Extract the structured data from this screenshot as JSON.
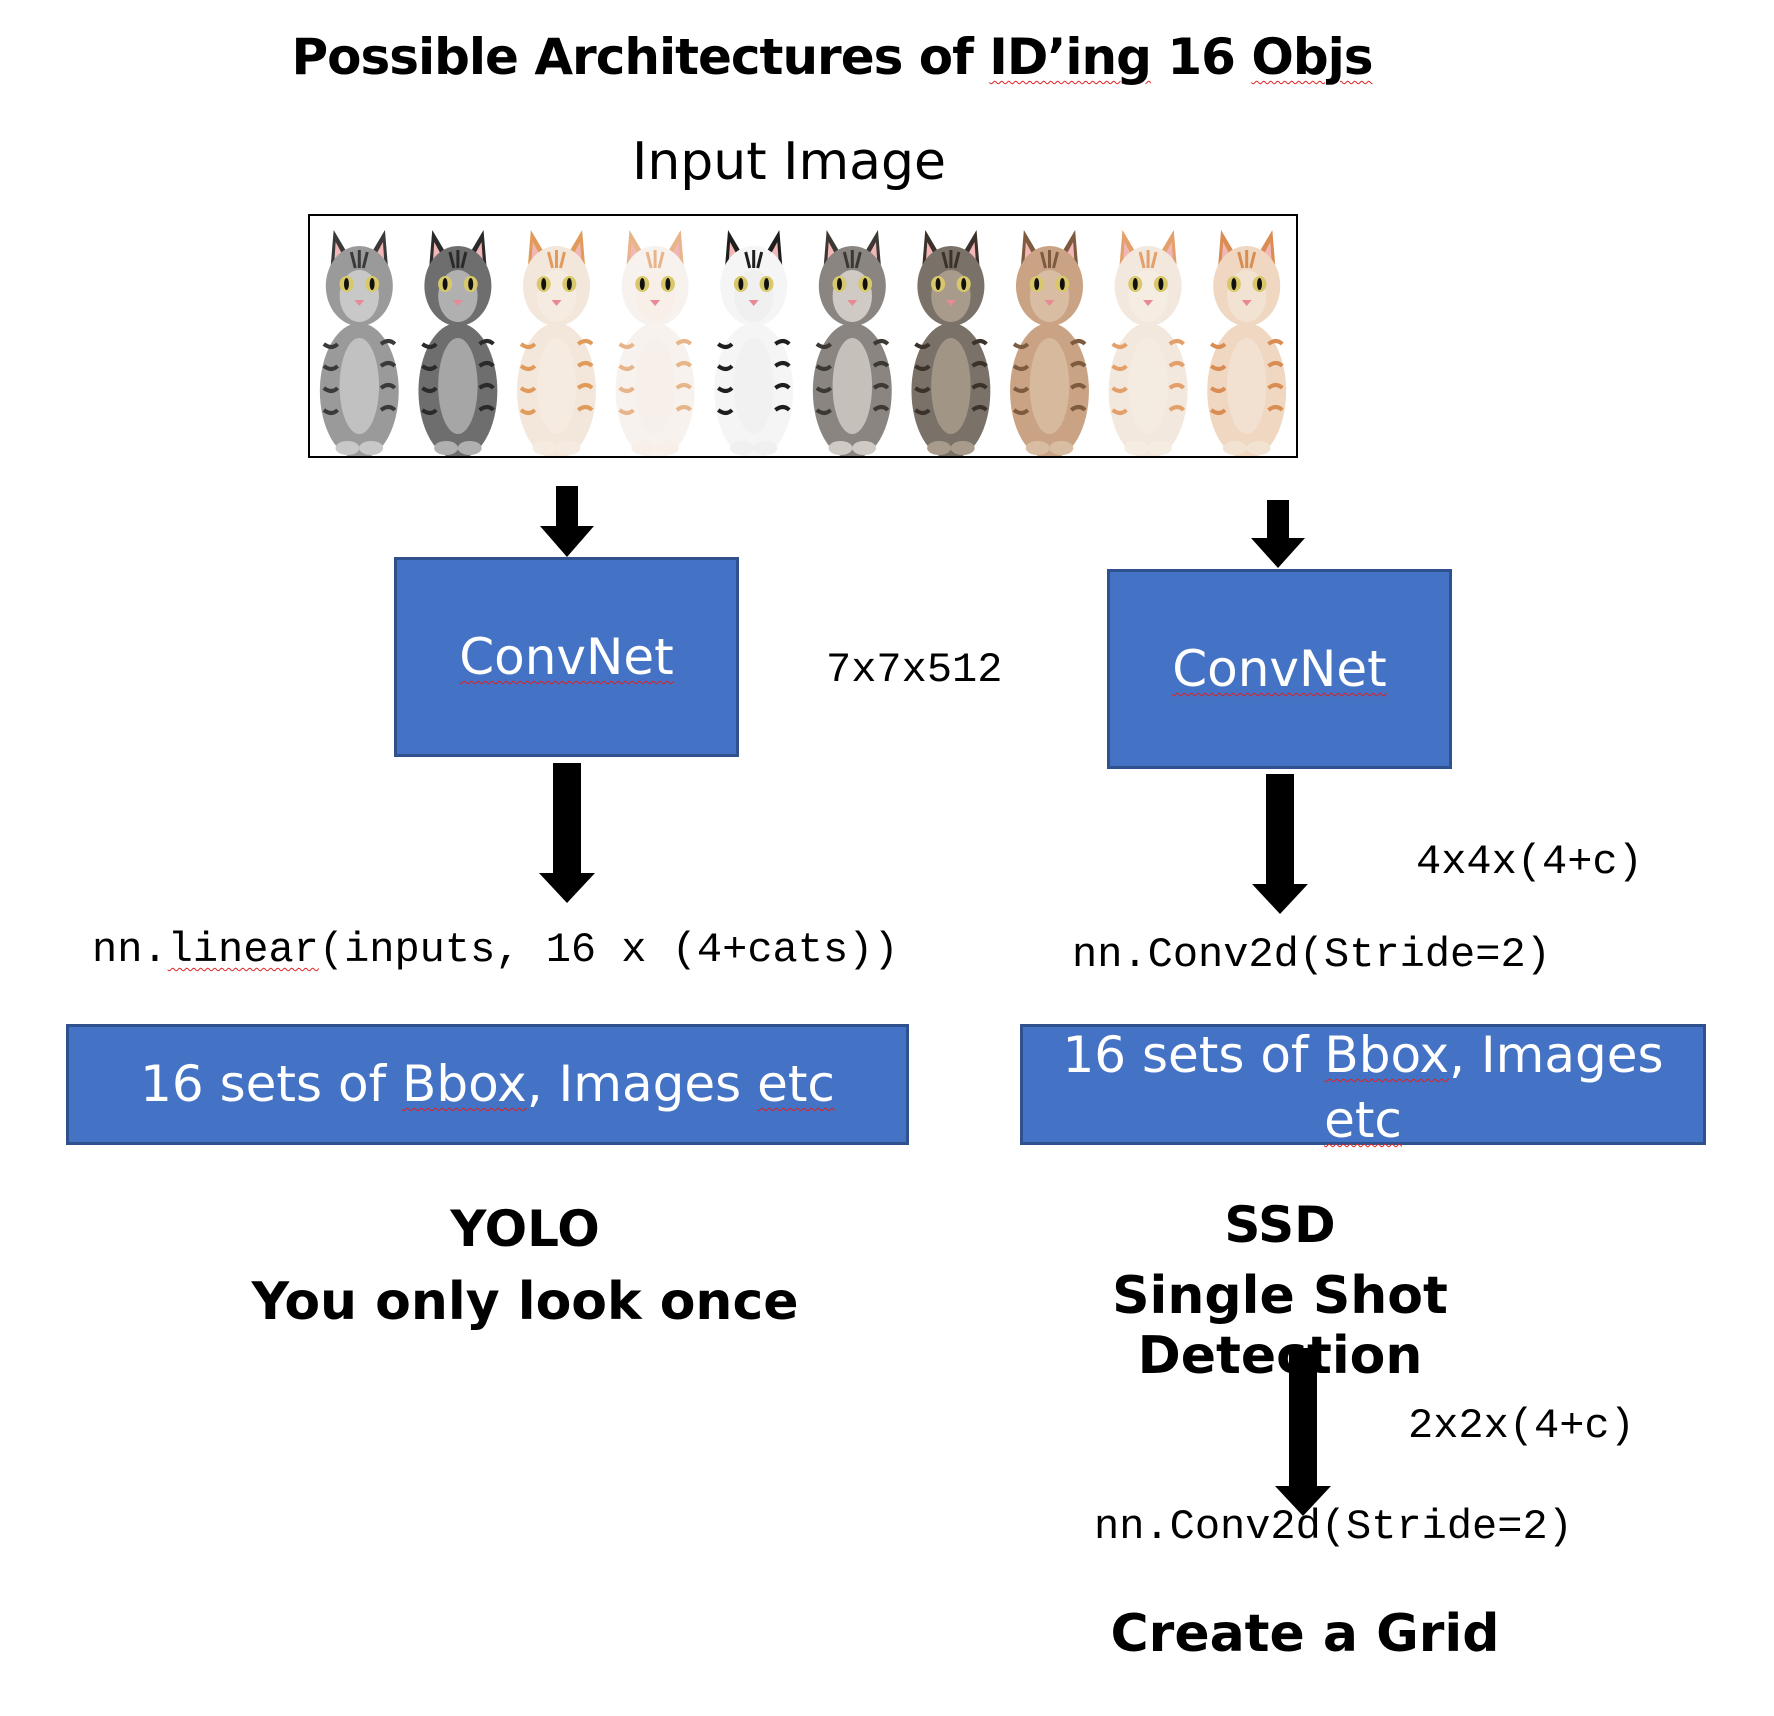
{
  "title": {
    "prefix": "Possible Architectures of ",
    "id_word": "ID’ing",
    "mid": " 16 ",
    "objs_word": "Objs"
  },
  "input_label": "Input Image",
  "kittens": [
    {
      "fur": "#9a9a9a",
      "stripe": "#3a3a3a",
      "face": "#c8c8c8"
    },
    {
      "fur": "#6e6e6e",
      "stripe": "#2a2a2a",
      "face": "#b0b0b0"
    },
    {
      "fur": "#f3e6da",
      "stripe": "#e09a5a",
      "face": "#f6ebe0"
    },
    {
      "fur": "#f7f2ee",
      "stripe": "#e8b48a",
      "face": "#f7efe8"
    },
    {
      "fur": "#f5f5f5",
      "stripe": "#1e1e1e",
      "face": "#f0f0f0"
    },
    {
      "fur": "#8a8580",
      "stripe": "#3c3834",
      "face": "#cfcac4"
    },
    {
      "fur": "#7a7168",
      "stripe": "#3a322b",
      "face": "#a89b8c"
    },
    {
      "fur": "#c9a383",
      "stripe": "#7e5a3e",
      "face": "#d9bda2"
    },
    {
      "fur": "#f3e8de",
      "stripe": "#e3a06a",
      "face": "#f5ece2"
    },
    {
      "fur": "#efd7c1",
      "stripe": "#d98d52",
      "face": "#f2e2d2"
    }
  ],
  "left": {
    "convnet_label": "ConvNet",
    "code": {
      "prefix": "nn.",
      "func": "linear",
      "rest": "(inputs, 16 x (4+cats))"
    },
    "output": {
      "prefix": "16 sets of ",
      "bbox": "Bbox",
      "mid": ", Images ",
      "etc": "etc"
    },
    "caption_line1": "YOLO",
    "caption_line2": "You only look once"
  },
  "middle_dim": "7x7x512",
  "right": {
    "convnet_label": "ConvNet",
    "dim1": "4x4x(4+c)",
    "code1": "nn.Conv2d(Stride=2)",
    "output": {
      "prefix": "16 sets of ",
      "bbox": "Bbox",
      "mid": ", Images",
      "etc": "etc"
    },
    "caption_line1": "SSD",
    "caption_line2": "Single Shot Detection",
    "dim2": "2x2x(4+c)",
    "code2": "nn.Conv2d(Stride=2)",
    "grid_label": "Create a Grid"
  },
  "colors": {
    "box_fill": "#4472c4",
    "box_border": "#2f528f",
    "spell_underline": "#e02020"
  }
}
